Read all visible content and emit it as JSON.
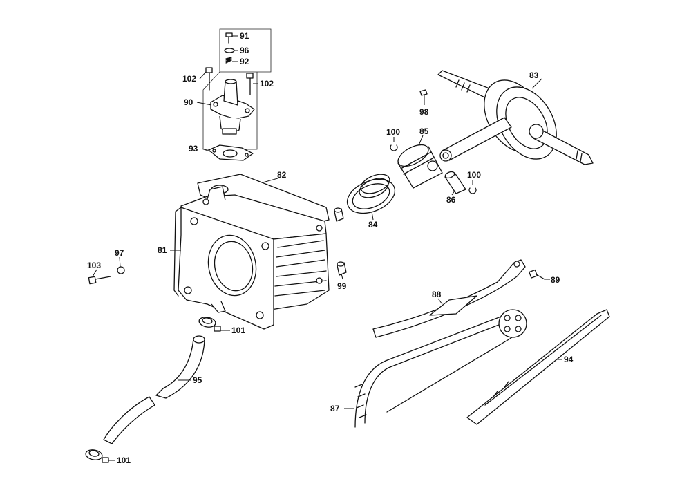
{
  "diagram": {
    "callouts": {
      "c91": "91",
      "c96": "96",
      "c92": "92",
      "c102a": "102",
      "c102b": "102",
      "c90": "90",
      "c93": "93",
      "c82": "82",
      "c81": "81",
      "c83": "83",
      "c98": "98",
      "c85": "85",
      "c100a": "100",
      "c100b": "100",
      "c84": "84",
      "c86": "86",
      "c97": "97",
      "c103": "103",
      "c99": "99",
      "c89": "89",
      "c88": "88",
      "c94": "94",
      "c101a": "101",
      "c101b": "101",
      "c95": "95",
      "c87": "87"
    }
  }
}
